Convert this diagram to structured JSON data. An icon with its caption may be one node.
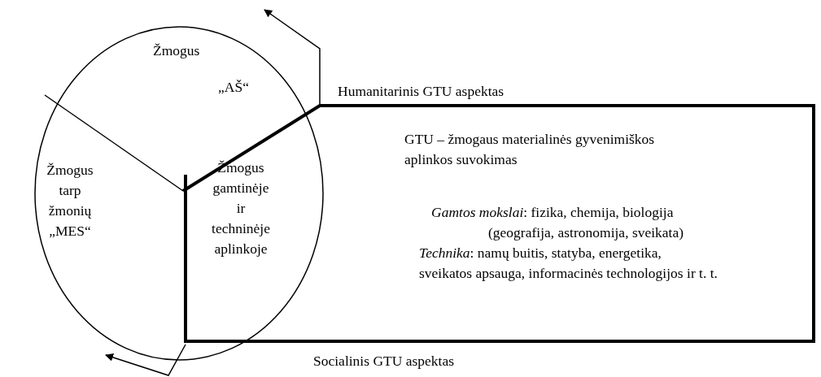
{
  "diagram": {
    "nodes": [
      {
        "text": [],
        "shape": "circle"
      },
      {
        "text": [
          "Žmogus",
          "„AŠ“"
        ],
        "in": 0
      },
      {
        "text": [
          "Žmogus tarp žmonių „MES“"
        ],
        "in": 0
      },
      {
        "text": [
          "Žmogus gamtinėje ir techninėje aplinkoje"
        ]
      },
      {
        "text": [
          "GTU – žmogaus materialinės gyvenimiškos aplinkos suvokimas",
          "*Gamtos mokslai*: fizika, chemija, biologija (geografija, astronomija, sveikata)",
          "*Technika*: namų buitis, statyba, energetika, sveikatos apsauga, informacinės technologijos ir t. t."
        ]
      }
    ],
    "edges": [
      {
        "from": 4,
        "to": null,
        "arrow": "to"
      },
      {
        "from": 4,
        "to": 0,
        "arrow": "to"
      }
    ],
    "labels": [
      "Humanitarinis GTU aspektas",
      "Socialinis GTU aspektas"
    ]
  }
}
